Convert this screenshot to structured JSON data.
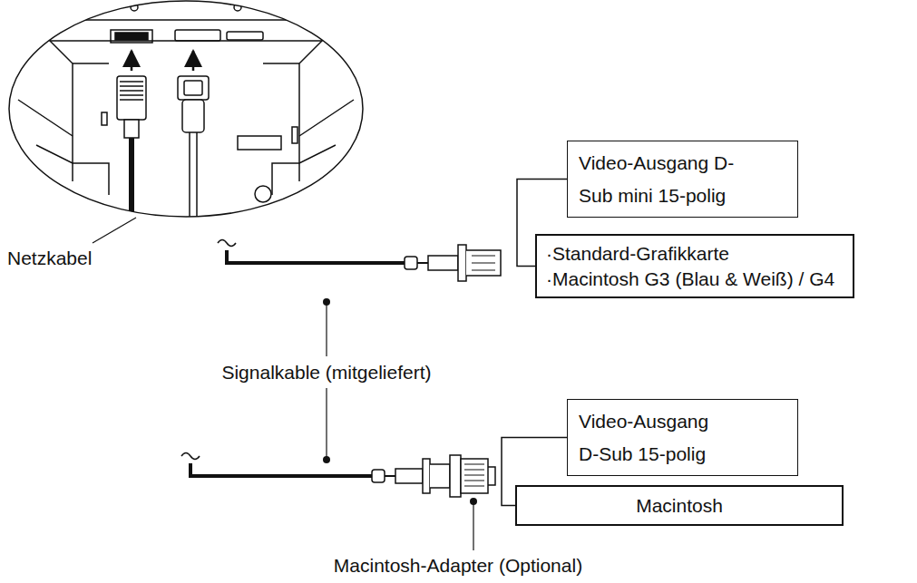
{
  "diagram": {
    "nodes": [
      {
        "text": [
          "Video-Ausgang D-Sub mini 15-polig"
        ]
      },
      {
        "text": [
          "·Standard-Grafikkarte",
          "·Macintosh G3 (Blau & Weiß) / G4"
        ]
      },
      {
        "text": [
          "Video-Ausgang D-Sub 15-polig"
        ]
      },
      {
        "text": [
          "Macintosh"
        ]
      }
    ],
    "edges": [
      {
        "from": 0,
        "to": 1,
        "arrow": "none"
      },
      {
        "from": 2,
        "to": 3,
        "arrow": "none"
      }
    ],
    "labels": [
      "Netzkabel",
      "Signalkable (mitgeliefert)",
      "Macintosh-Adapter (Optional)"
    ]
  }
}
